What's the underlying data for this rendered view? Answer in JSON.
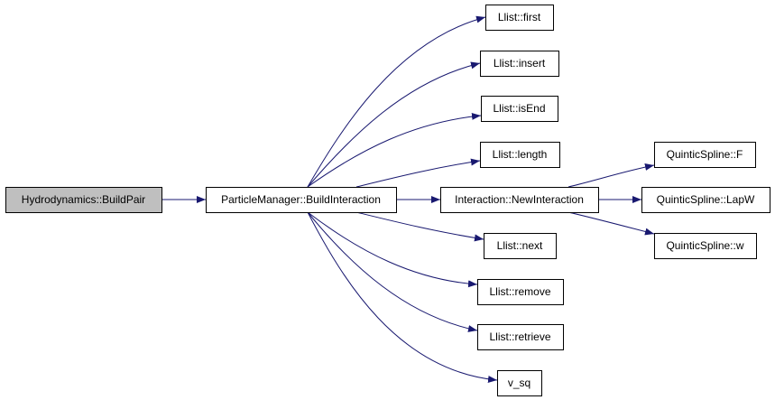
{
  "colors": {
    "edge": "#191970",
    "node_fill": "#ffffff",
    "root_fill": "#bfbfbf",
    "border": "#000000"
  },
  "graph": {
    "nodes": [
      {
        "id": "n0",
        "label": "Hydrodynamics::BuildPair",
        "root": true
      },
      {
        "id": "n1",
        "label": "ParticleManager::BuildInteraction"
      },
      {
        "id": "n2",
        "label": "Llist::first"
      },
      {
        "id": "n3",
        "label": "Llist::insert"
      },
      {
        "id": "n4",
        "label": "Llist::isEnd"
      },
      {
        "id": "n5",
        "label": "Llist::length"
      },
      {
        "id": "n6",
        "label": "Interaction::NewInteraction"
      },
      {
        "id": "n7",
        "label": "Llist::next"
      },
      {
        "id": "n8",
        "label": "Llist::remove"
      },
      {
        "id": "n9",
        "label": "Llist::retrieve"
      },
      {
        "id": "n10",
        "label": "v_sq"
      },
      {
        "id": "n11",
        "label": "QuinticSpline::F"
      },
      {
        "id": "n12",
        "label": "QuinticSpline::LapW"
      },
      {
        "id": "n13",
        "label": "QuinticSpline::w"
      }
    ],
    "edges": [
      {
        "from": "n0",
        "to": "n1"
      },
      {
        "from": "n1",
        "to": "n2"
      },
      {
        "from": "n1",
        "to": "n3"
      },
      {
        "from": "n1",
        "to": "n4"
      },
      {
        "from": "n1",
        "to": "n5"
      },
      {
        "from": "n1",
        "to": "n6"
      },
      {
        "from": "n1",
        "to": "n7"
      },
      {
        "from": "n1",
        "to": "n8"
      },
      {
        "from": "n1",
        "to": "n9"
      },
      {
        "from": "n1",
        "to": "n10"
      },
      {
        "from": "n6",
        "to": "n11"
      },
      {
        "from": "n6",
        "to": "n12"
      },
      {
        "from": "n6",
        "to": "n13"
      }
    ]
  }
}
